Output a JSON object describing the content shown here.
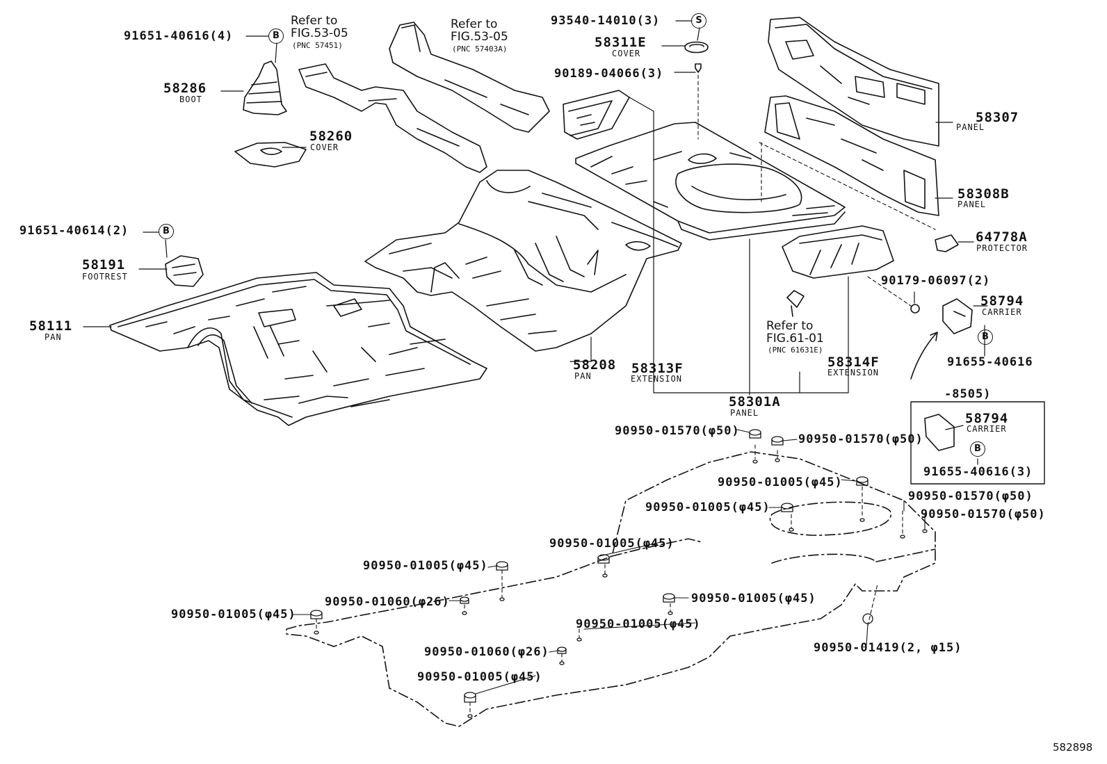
{
  "drawing_id": "582898",
  "markers": {
    "b": "B",
    "s": "S"
  },
  "parts": {
    "p58286": {
      "number": "58286",
      "name": "BOOT"
    },
    "p58260": {
      "number": "58260",
      "name": "COVER"
    },
    "p58191": {
      "number": "58191",
      "name": "FOOTREST"
    },
    "p58111": {
      "number": "58111",
      "name": "PAN"
    },
    "p58208": {
      "number": "58208",
      "name": "PAN"
    },
    "p58313f": {
      "number": "58313F",
      "name": "EXTENSION"
    },
    "p58314f": {
      "number": "58314F",
      "name": "EXTENSION"
    },
    "p58301a": {
      "number": "58301A",
      "name": "PANEL"
    },
    "p58311e": {
      "number": "58311E",
      "name": "COVER"
    },
    "p58307": {
      "number": "58307",
      "name": "PANEL"
    },
    "p58308b": {
      "number": "58308B",
      "name": "PANEL"
    },
    "p64778a": {
      "number": "64778A",
      "name": "PROTECTOR"
    },
    "p58794a": {
      "number": "58794",
      "name": "CARRIER"
    },
    "p58794b": {
      "number": "58794",
      "name": "CARRIER"
    }
  },
  "refs": {
    "r1": {
      "line1": "Refer to",
      "line2": "FIG.53-05",
      "pnc": "(PNC 57451)"
    },
    "r2": {
      "line1": "Refer to",
      "line2": "FIG.53-05",
      "pnc": "(PNC 57403A)"
    },
    "r3": {
      "line1": "Refer to",
      "line2": "FIG.61-01",
      "pnc": "(PNC 61631E)"
    }
  },
  "inset_label": "-8505)",
  "fasteners": {
    "f1": "91651-40616(4)",
    "f2": "93540-14010(3)",
    "f3": "90189-04066(3)",
    "f4": "91651-40614(2)",
    "f5": "90179-06097(2)",
    "f6": "91655-40616",
    "f7": "91655-40616(3)",
    "g1": "90950-01570(φ50)",
    "g2": "90950-01570(φ50)",
    "g3": "90950-01005(φ45)",
    "g4": "90950-01005(φ45)",
    "g5": "90950-01570(φ50)",
    "g6": "90950-01570(φ50)",
    "g7": "90950-01005(φ45)",
    "g8": "90950-01005(φ45)",
    "g9": "90950-01060(φ26)",
    "g10": "90950-01005(φ45)",
    "g11": "90950-01005(φ45)",
    "g12": "90950-01005(φ45)",
    "g13": "90950-01060(φ26)",
    "g14": "90950-01005(φ45)",
    "g15": "90950-01419(2, φ15)"
  }
}
